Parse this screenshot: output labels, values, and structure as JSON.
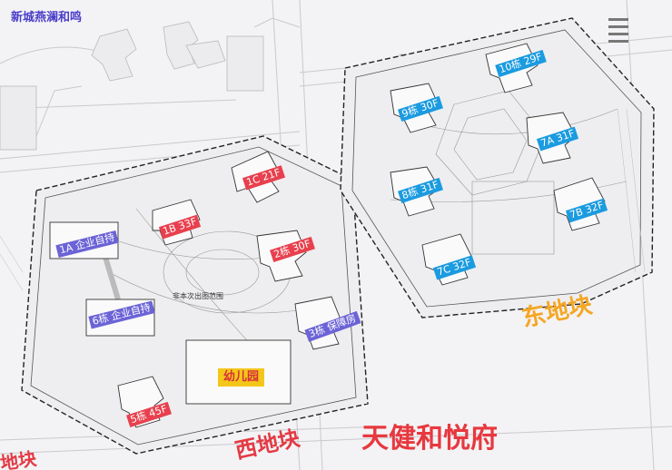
{
  "map_labels": {
    "top_left_estate": "新城燕澜和鸣",
    "west_plot": "西地块",
    "east_plot": "东地块",
    "project_name": "天健和悦府",
    "bottom_left_plot": "地块",
    "not_in_scope": "非本次出图范围"
  },
  "buildings": {
    "b10": "10栋 29F",
    "b9": "9栋 30F",
    "b7a": "7A 31F",
    "b8": "8栋 31F",
    "b7b": "7B 32F",
    "b7c": "7C 32F",
    "b1c": "1C 21F",
    "b1b": "1B 33F",
    "b2": "2栋 30F",
    "b1a": "1A 企业自持",
    "b6": "6栋 企业自持",
    "b3": "3栋 保障房",
    "b5": "5栋 45F",
    "kindergarten": "幼儿园"
  },
  "colors": {
    "west_plot": "#e43a44",
    "east_plot": "#f5a623",
    "project_name": "#e8383f",
    "estate": "#4a3ec9"
  }
}
